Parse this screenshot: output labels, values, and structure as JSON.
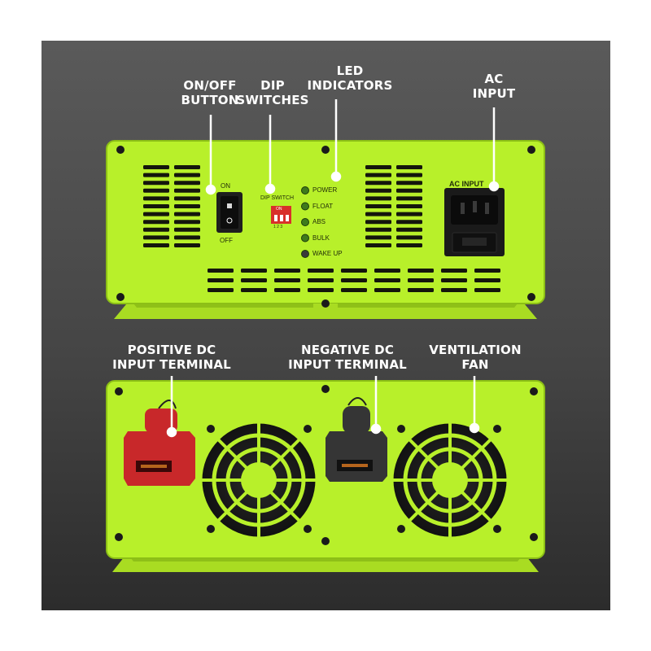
{
  "callouts": {
    "on_off_button": "ON/OFF\nBUTTON",
    "dip_switches": "DIP\nSWITCHES",
    "led_indicators": "LED\nINDICATORS",
    "ac_input": "AC\nINPUT",
    "positive_dc": "POSITIVE DC\nINPUT TERMINAL",
    "negative_dc": "NEGATIVE DC\nINPUT TERMINAL",
    "ventilation_fan": "VENTILATION\nFAN"
  },
  "front_panel": {
    "switch_on": "ON",
    "switch_off": "OFF",
    "dip_switch_label": "DIP SWITCH",
    "dip_on": "ON",
    "dip_numbers": "1 2 3",
    "ac_input_label": "AC INPUT",
    "leds": [
      {
        "label": "POWER",
        "color": "#3f7a1c"
      },
      {
        "label": "FLOAT",
        "color": "#3f7a1c"
      },
      {
        "label": "ABS",
        "color": "#3f7a1c"
      },
      {
        "label": "BULK",
        "color": "#3f7a1c"
      },
      {
        "label": "WAKE UP",
        "color": "#3a3a3a"
      }
    ]
  },
  "colors": {
    "body": "#b8f02a",
    "background": "#454545",
    "positive_cap": "#c8282a",
    "negative_cap": "#353535"
  }
}
